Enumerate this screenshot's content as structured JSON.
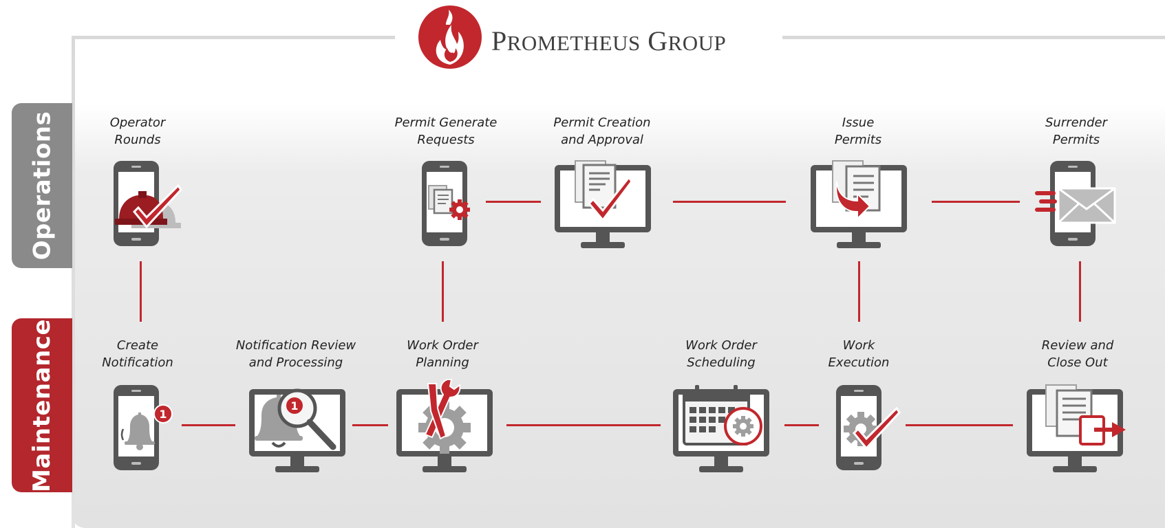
{
  "brand": {
    "name": "Prometheus Group"
  },
  "lanes": [
    {
      "label": "Operations"
    },
    {
      "label": "Maintenance"
    }
  ],
  "colors": {
    "accent": "#c1272d",
    "device": "#555555",
    "gray_icon": "#9e9e9e",
    "background": "#e5e5e5"
  },
  "nodes": [
    {
      "id": "operator-rounds",
      "label": "Operator\nRounds",
      "device": "phone",
      "icon": "hardhat-check-icon"
    },
    {
      "id": "permit-generate-requests",
      "label": "Permit Generate\nRequests",
      "device": "phone",
      "icon": "documents-gear-icon"
    },
    {
      "id": "permit-creation-approval",
      "label": "Permit Creation\nand Approval",
      "device": "monitor",
      "icon": "documents-check-icon"
    },
    {
      "id": "issue-permits",
      "label": "Issue\nPermits",
      "device": "monitor",
      "icon": "documents-arrow-icon"
    },
    {
      "id": "surrender-permits",
      "label": "Surrender\nPermits",
      "device": "phone",
      "icon": "envelope-send-icon"
    },
    {
      "id": "create-notification",
      "label": "Create\nNotification",
      "device": "phone",
      "icon": "bell-notification-icon"
    },
    {
      "id": "notification-review",
      "label": "Notification Review\nand Processing",
      "device": "monitor",
      "icon": "bell-magnifier-icon"
    },
    {
      "id": "work-order-planning",
      "label": "Work Order\nPlanning",
      "device": "monitor",
      "icon": "gear-tools-icon"
    },
    {
      "id": "work-order-scheduling",
      "label": "Work Order\nScheduling",
      "device": "monitor",
      "icon": "calendar-gear-icon"
    },
    {
      "id": "work-execution",
      "label": "Work\nExecution",
      "device": "phone",
      "icon": "gear-check-icon"
    },
    {
      "id": "review-close-out",
      "label": "Review and\nClose Out",
      "device": "monitor",
      "icon": "documents-exit-icon"
    }
  ]
}
